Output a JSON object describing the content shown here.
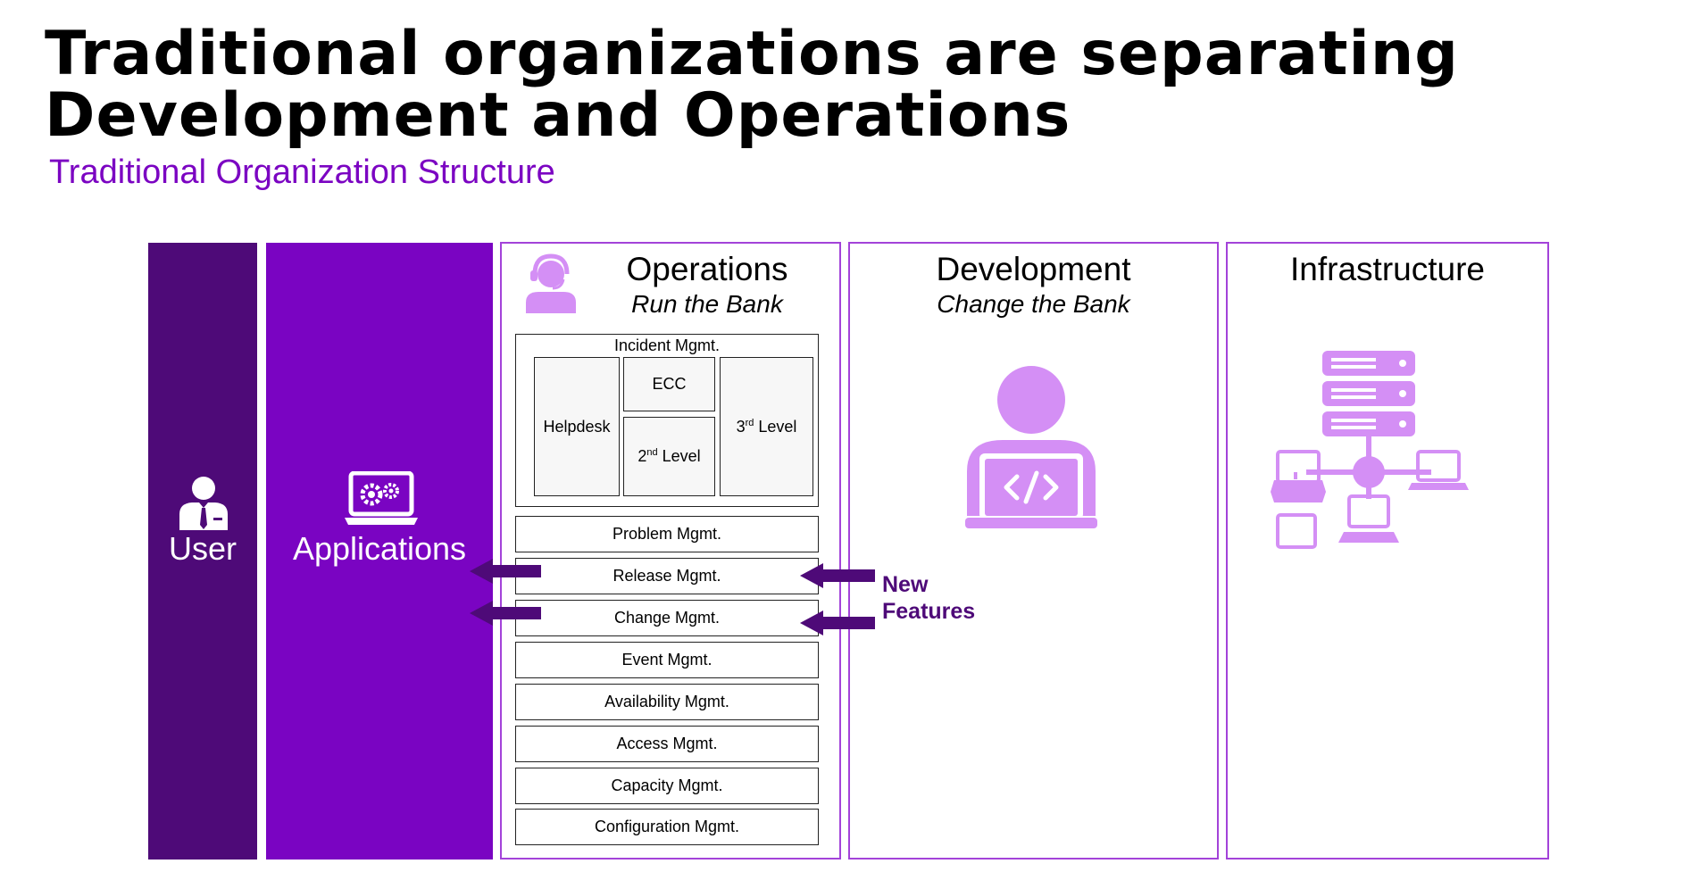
{
  "header": {
    "title_line1": "Traditional organizations are separating",
    "title_line2": "Development and Operations",
    "subtitle": "Traditional Organization Structure"
  },
  "columns": {
    "user": {
      "label": "User",
      "icon": "user-icon"
    },
    "applications": {
      "label": "Applications",
      "icon": "laptop-gears-icon"
    }
  },
  "operations": {
    "title": "Operations",
    "subtitle": "Run the Bank",
    "icon": "headset-agent-icon",
    "incident": {
      "label": "Incident Mgmt.",
      "helpdesk": "Helpdesk",
      "ecc": "ECC",
      "second_level": "2",
      "second_level_sup": "nd",
      "second_level_suffix": " Level",
      "third_level": "3",
      "third_level_sup": "rd",
      "third_level_suffix": " Level"
    },
    "processes": [
      "Problem Mgmt.",
      "Release Mgmt.",
      "Change Mgmt.",
      "Event Mgmt.",
      "Availability Mgmt.",
      "Access Mgmt.",
      "Capacity Mgmt.",
      "Configuration Mgmt."
    ]
  },
  "development": {
    "title": "Development",
    "subtitle": "Change the Bank",
    "icon": "developer-laptop-icon"
  },
  "infrastructure": {
    "title": "Infrastructure",
    "icon": "server-network-icon"
  },
  "annotation": {
    "line1": "New",
    "line2": "Features"
  },
  "colors": {
    "dark_purple": "#4e0a78",
    "purple": "#7a04c2",
    "light_purple": "#d48ff5",
    "border_purple": "#a343d9"
  }
}
